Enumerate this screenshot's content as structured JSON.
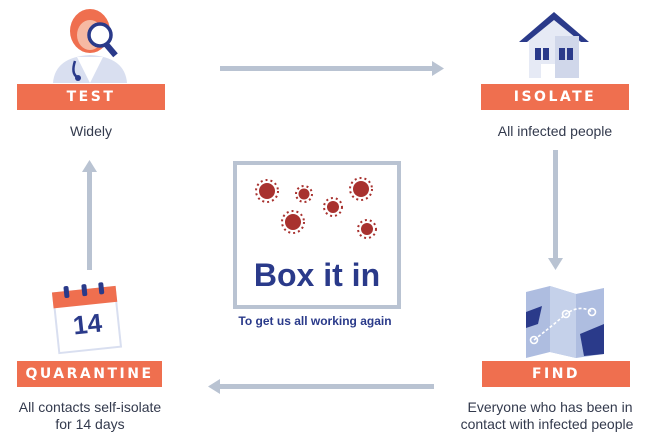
{
  "steps": {
    "test": {
      "label": "TEST",
      "caption": "Widely"
    },
    "isolate": {
      "label": "ISOLATE",
      "caption": "All infected people"
    },
    "find": {
      "label": "FIND",
      "caption_line1": "Everyone who has been in",
      "caption_line2": "contact with infected people"
    },
    "quarantine": {
      "label": "QUARANTINE",
      "caption_line1": "All contacts self-isolate",
      "caption_line2": "for 14 days",
      "calendar_number": "14"
    }
  },
  "center": {
    "title": "Box it in",
    "subtitle": "To get us all working again"
  },
  "colors": {
    "accent": "#ef6f4f",
    "navy": "#2a3a8a",
    "arrow": "#b9c3d2",
    "text": "#333a4d"
  }
}
